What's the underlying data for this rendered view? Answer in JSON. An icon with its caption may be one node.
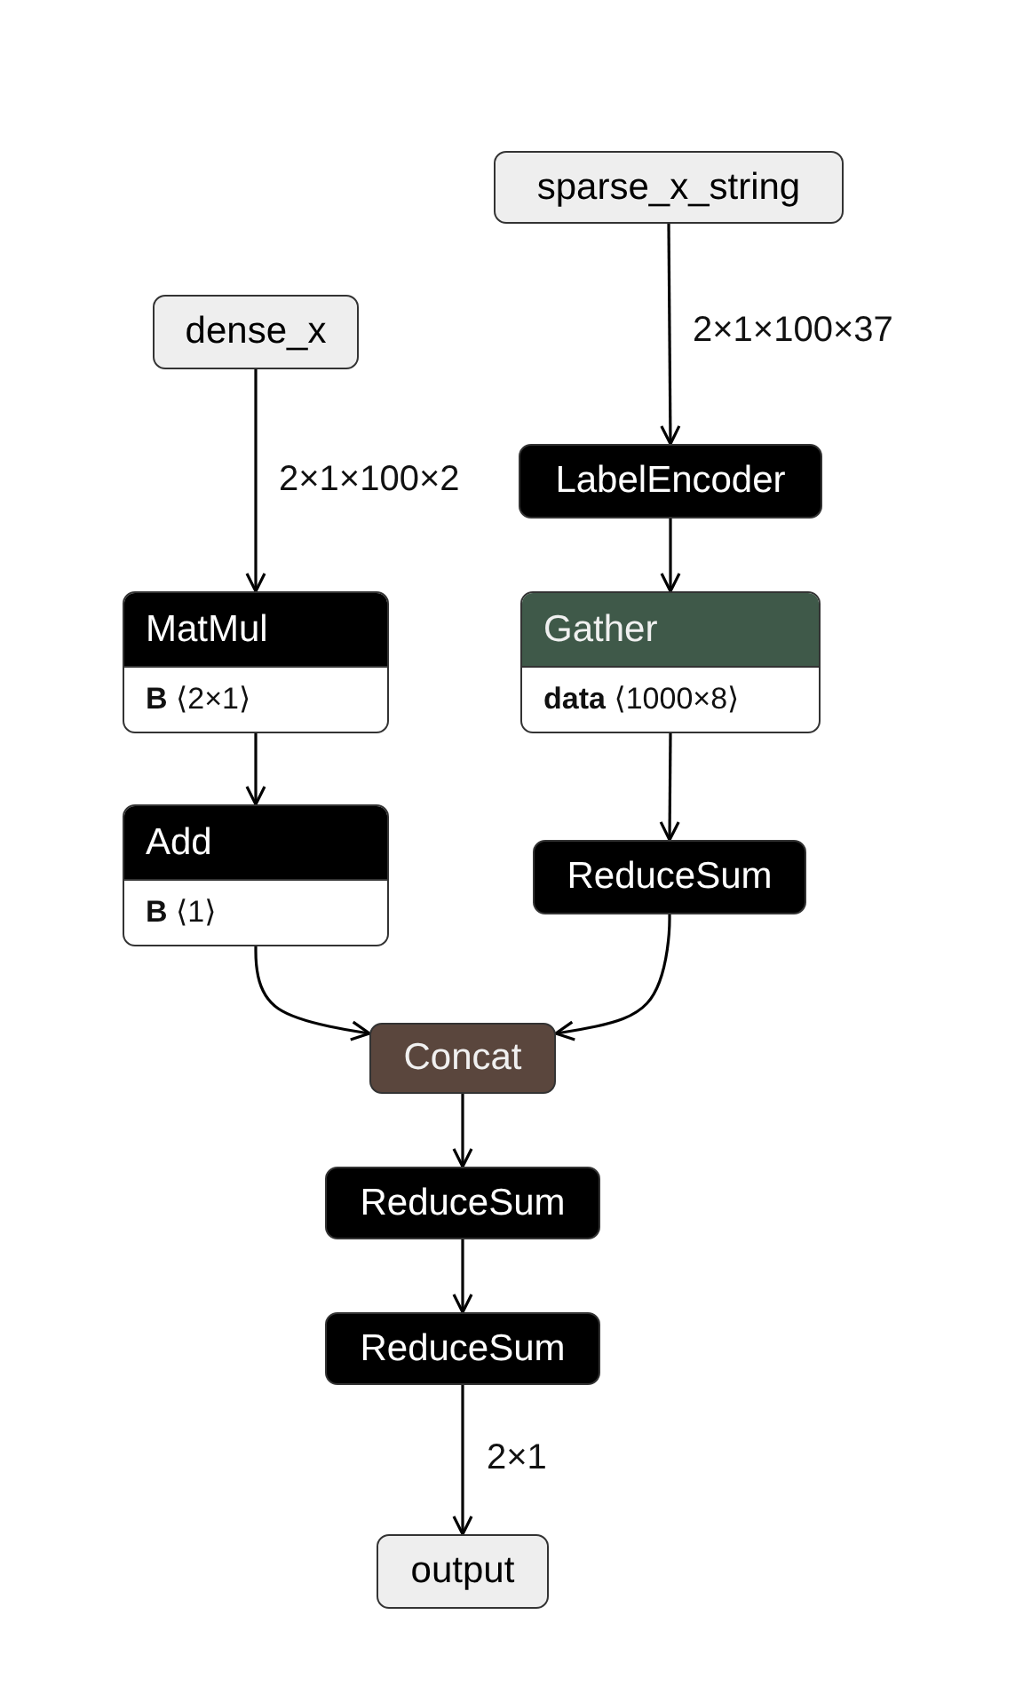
{
  "diagram": {
    "nodes": [
      {
        "text": [
          "sparse_x_string"
        ]
      },
      {
        "text": [
          "dense_x"
        ]
      },
      {
        "text": [
          "LabelEncoder"
        ]
      },
      {
        "text": [
          "MatMul",
          "**B** ⟨2×1⟩"
        ]
      },
      {
        "text": [
          "Gather",
          "**data** ⟨1000×8⟩"
        ]
      },
      {
        "text": [
          "Add",
          "**B** ⟨1⟩"
        ]
      },
      {
        "text": [
          "ReduceSum"
        ]
      },
      {
        "text": [
          "Concat"
        ]
      },
      {
        "text": [
          "ReduceSum"
        ]
      },
      {
        "text": [
          "ReduceSum"
        ]
      },
      {
        "text": [
          "output"
        ]
      }
    ],
    "edges": [
      {
        "from": 0,
        "to": 2,
        "arrow": "to",
        "label": "2×1×100×37"
      },
      {
        "from": 1,
        "to": 3,
        "arrow": "to",
        "label": "2×1×100×2"
      },
      {
        "from": 2,
        "to": 4,
        "arrow": "to"
      },
      {
        "from": 3,
        "to": 5,
        "arrow": "to"
      },
      {
        "from": 4,
        "to": 6,
        "arrow": "to"
      },
      {
        "from": 5,
        "to": 7,
        "arrow": "to"
      },
      {
        "from": 6,
        "to": 7,
        "arrow": "to"
      },
      {
        "from": 7,
        "to": 8,
        "arrow": "to"
      },
      {
        "from": 8,
        "to": 9,
        "arrow": "to"
      },
      {
        "from": 9,
        "to": 10,
        "arrow": "to",
        "label": "2×1"
      }
    ]
  }
}
